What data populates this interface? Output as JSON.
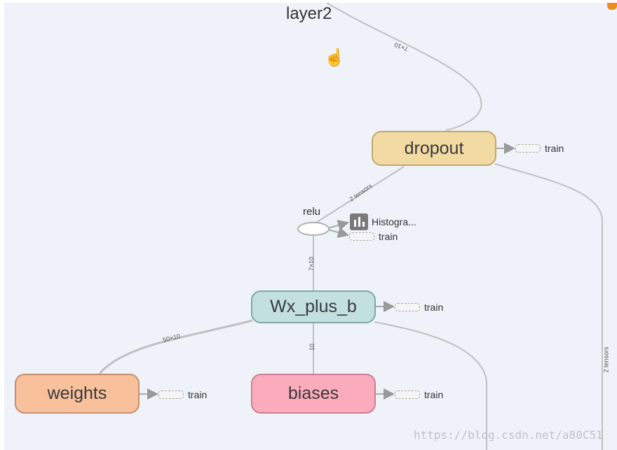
{
  "graph": {
    "title": "layer2",
    "nodes": {
      "dropout": {
        "label": "dropout",
        "color": "#f2dba3",
        "border": "#c2a86a"
      },
      "relu": {
        "label": "relu"
      },
      "wx_plus_b": {
        "label": "Wx_plus_b",
        "color": "#c3e0e1",
        "border": "#7fa6a8"
      },
      "weights": {
        "label": "weights",
        "color": "#f8c19c",
        "border": "#c48f6e"
      },
      "biases": {
        "label": "biases",
        "color": "#fcabbd",
        "border": "#c97f8f"
      }
    },
    "aux": {
      "dropout_train": "train",
      "relu_histogram": "Histogra...",
      "relu_train": "train",
      "wx_train": "train",
      "weights_train": "train",
      "biases_train": "train"
    },
    "edge_labels": {
      "layer_to_dropout": "7×10",
      "dropout_to_relu": "2 tensors",
      "relu_to_wx": "7×10",
      "weights_to_wx": "50×10",
      "biases_to_wx": "10",
      "right_edge": "2 tensors"
    }
  },
  "watermark": "https://blog.csdn.net/a80C51",
  "icons": {
    "cursor": "hand-pointer-icon",
    "histogram": "bar-chart-icon"
  }
}
